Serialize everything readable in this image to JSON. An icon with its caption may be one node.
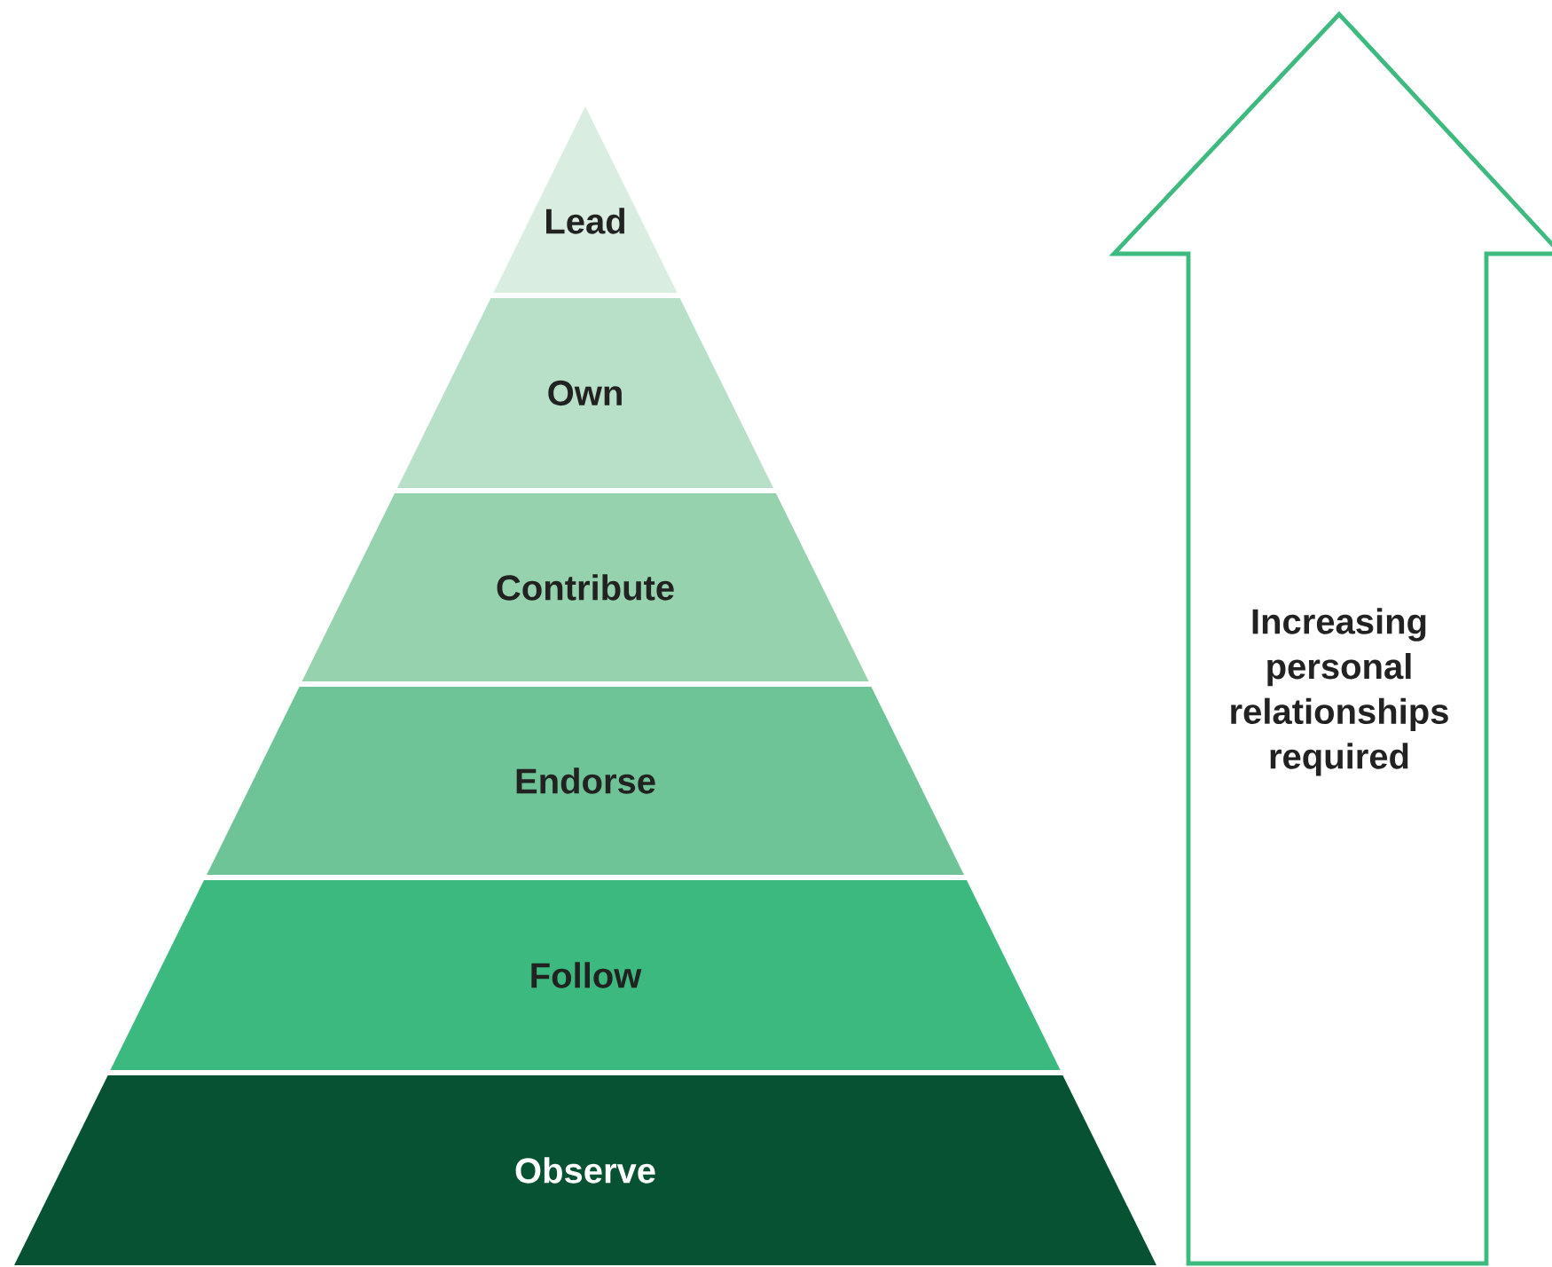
{
  "diagram": {
    "nodes": [
      {
        "text": [
          "Lead"
        ]
      },
      {
        "text": [
          "Own"
        ]
      },
      {
        "text": [
          "Contribute"
        ]
      },
      {
        "text": [
          "Endorse"
        ]
      },
      {
        "text": [
          "Follow"
        ]
      },
      {
        "text": [
          "Observe"
        ]
      },
      {
        "text": [
          "Increasing personal relationships required"
        ]
      }
    ]
  }
}
